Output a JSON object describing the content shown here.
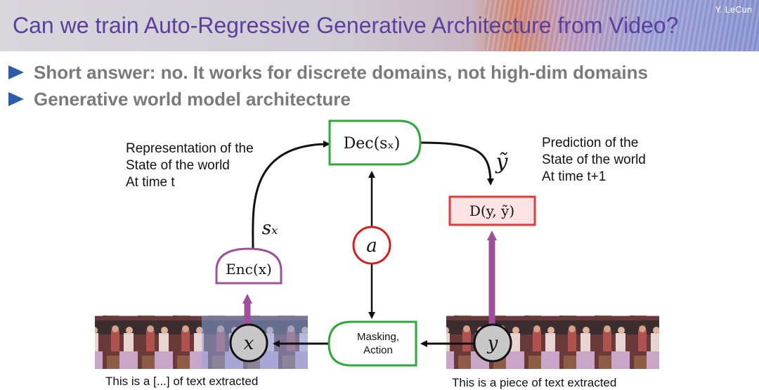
{
  "header": {
    "title": "Can we train Auto-Regressive Generative Architecture from Video?",
    "author": "Y. LeCun"
  },
  "bullets": [
    "Short answer: no. It works for discrete domains, not high-dim domains",
    "Generative world model architecture"
  ],
  "diagram": {
    "left_note": [
      "Representation of the",
      "State of the world",
      "At time t"
    ],
    "right_note": [
      "Prediction of the",
      "State of the world",
      "At time t+1"
    ],
    "decoder_label": "Dec(sₓ)",
    "encoder_label": "Enc(x)",
    "distance_label": "D(y, ỹ)",
    "masking_label": [
      "Masking,",
      "Action"
    ],
    "action_var": "a",
    "input_var": "x",
    "target_var": "y",
    "latent_var": "sₓ",
    "prediction_var": "ỹ",
    "colors": {
      "decoder": "#2fa83a",
      "encoder": "#a0509a",
      "distance": "#e03a3a",
      "action": "#d42020",
      "arrow_purple": "#a0509a"
    }
  },
  "footnotes": {
    "left": "This is a [...] of text extracted",
    "right": "This is a piece of text extracted"
  }
}
